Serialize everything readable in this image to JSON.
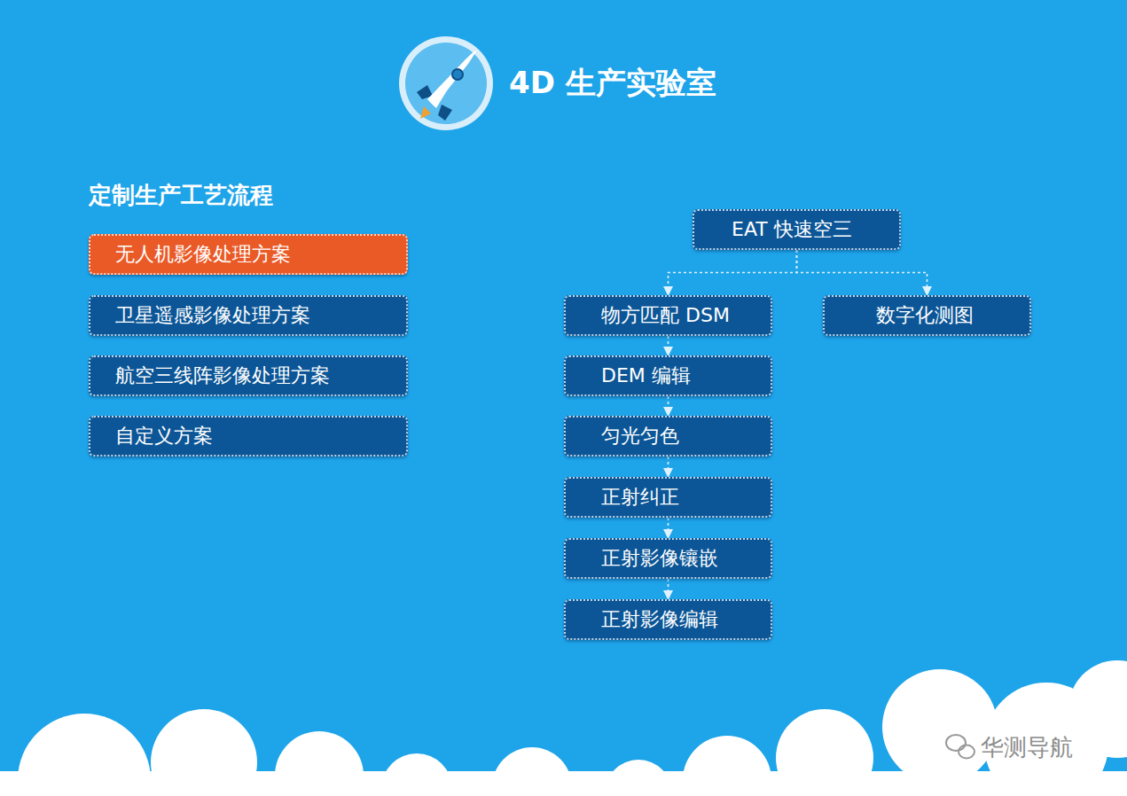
{
  "diagram": {
    "title": "4D 生产实验室",
    "nodes": [
      {
        "text": [
          "无人机影像处理方案"
        ]
      },
      {
        "text": [
          "卫星遥感影像处理方案"
        ]
      },
      {
        "text": [
          "航空三线阵影像处理方案"
        ]
      },
      {
        "text": [
          "自定义方案"
        ]
      },
      {
        "text": [
          "EAT 快速空三"
        ]
      },
      {
        "text": [
          "物方匹配 DSM"
        ]
      },
      {
        "text": [
          "数字化测图"
        ]
      },
      {
        "text": [
          "DEM 编辑"
        ]
      },
      {
        "text": [
          "匀光匀色"
        ]
      },
      {
        "text": [
          "正射纠正"
        ]
      },
      {
        "text": [
          "正射影像镶嵌"
        ]
      },
      {
        "text": [
          "正射影像编辑"
        ]
      }
    ],
    "edges": [
      {
        "from": 4,
        "to": 5,
        "arrow": "to"
      },
      {
        "from": 4,
        "to": 6,
        "arrow": "to"
      },
      {
        "from": 5,
        "to": 7,
        "arrow": "to"
      },
      {
        "from": 7,
        "to": 8,
        "arrow": "to"
      },
      {
        "from": 8,
        "to": 9,
        "arrow": "to"
      },
      {
        "from": 9,
        "to": 10,
        "arrow": "to"
      },
      {
        "from": 10,
        "to": 11,
        "arrow": "to"
      }
    ],
    "labels": [
      "定制生产工艺流程",
      "华测导航"
    ]
  }
}
